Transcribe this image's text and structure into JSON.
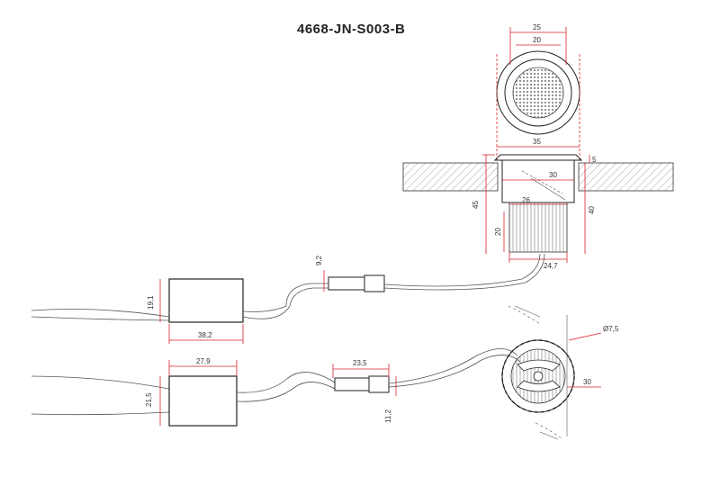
{
  "title": "4668-JN-S003-B",
  "dimensions": {
    "top_outer": "25",
    "top_inner": "20",
    "flange_width": "35",
    "body_width": "30",
    "flange_height": "5",
    "inner_width": "26",
    "total_height": "45",
    "body_height": "40",
    "fin_height": "20",
    "fin_width": "24,7",
    "connector_height": "9,2",
    "driver1_height": "19,1",
    "driver1_width": "38,2",
    "driver2_width": "27,9",
    "driver2_height": "21,5",
    "connector2_width": "23,5",
    "connector2_height": "11,2",
    "hole_diameter": "Ø7,5",
    "rot_dim": "30"
  },
  "colors": {
    "dimension": "#d9232d",
    "outline": "#222222"
  }
}
